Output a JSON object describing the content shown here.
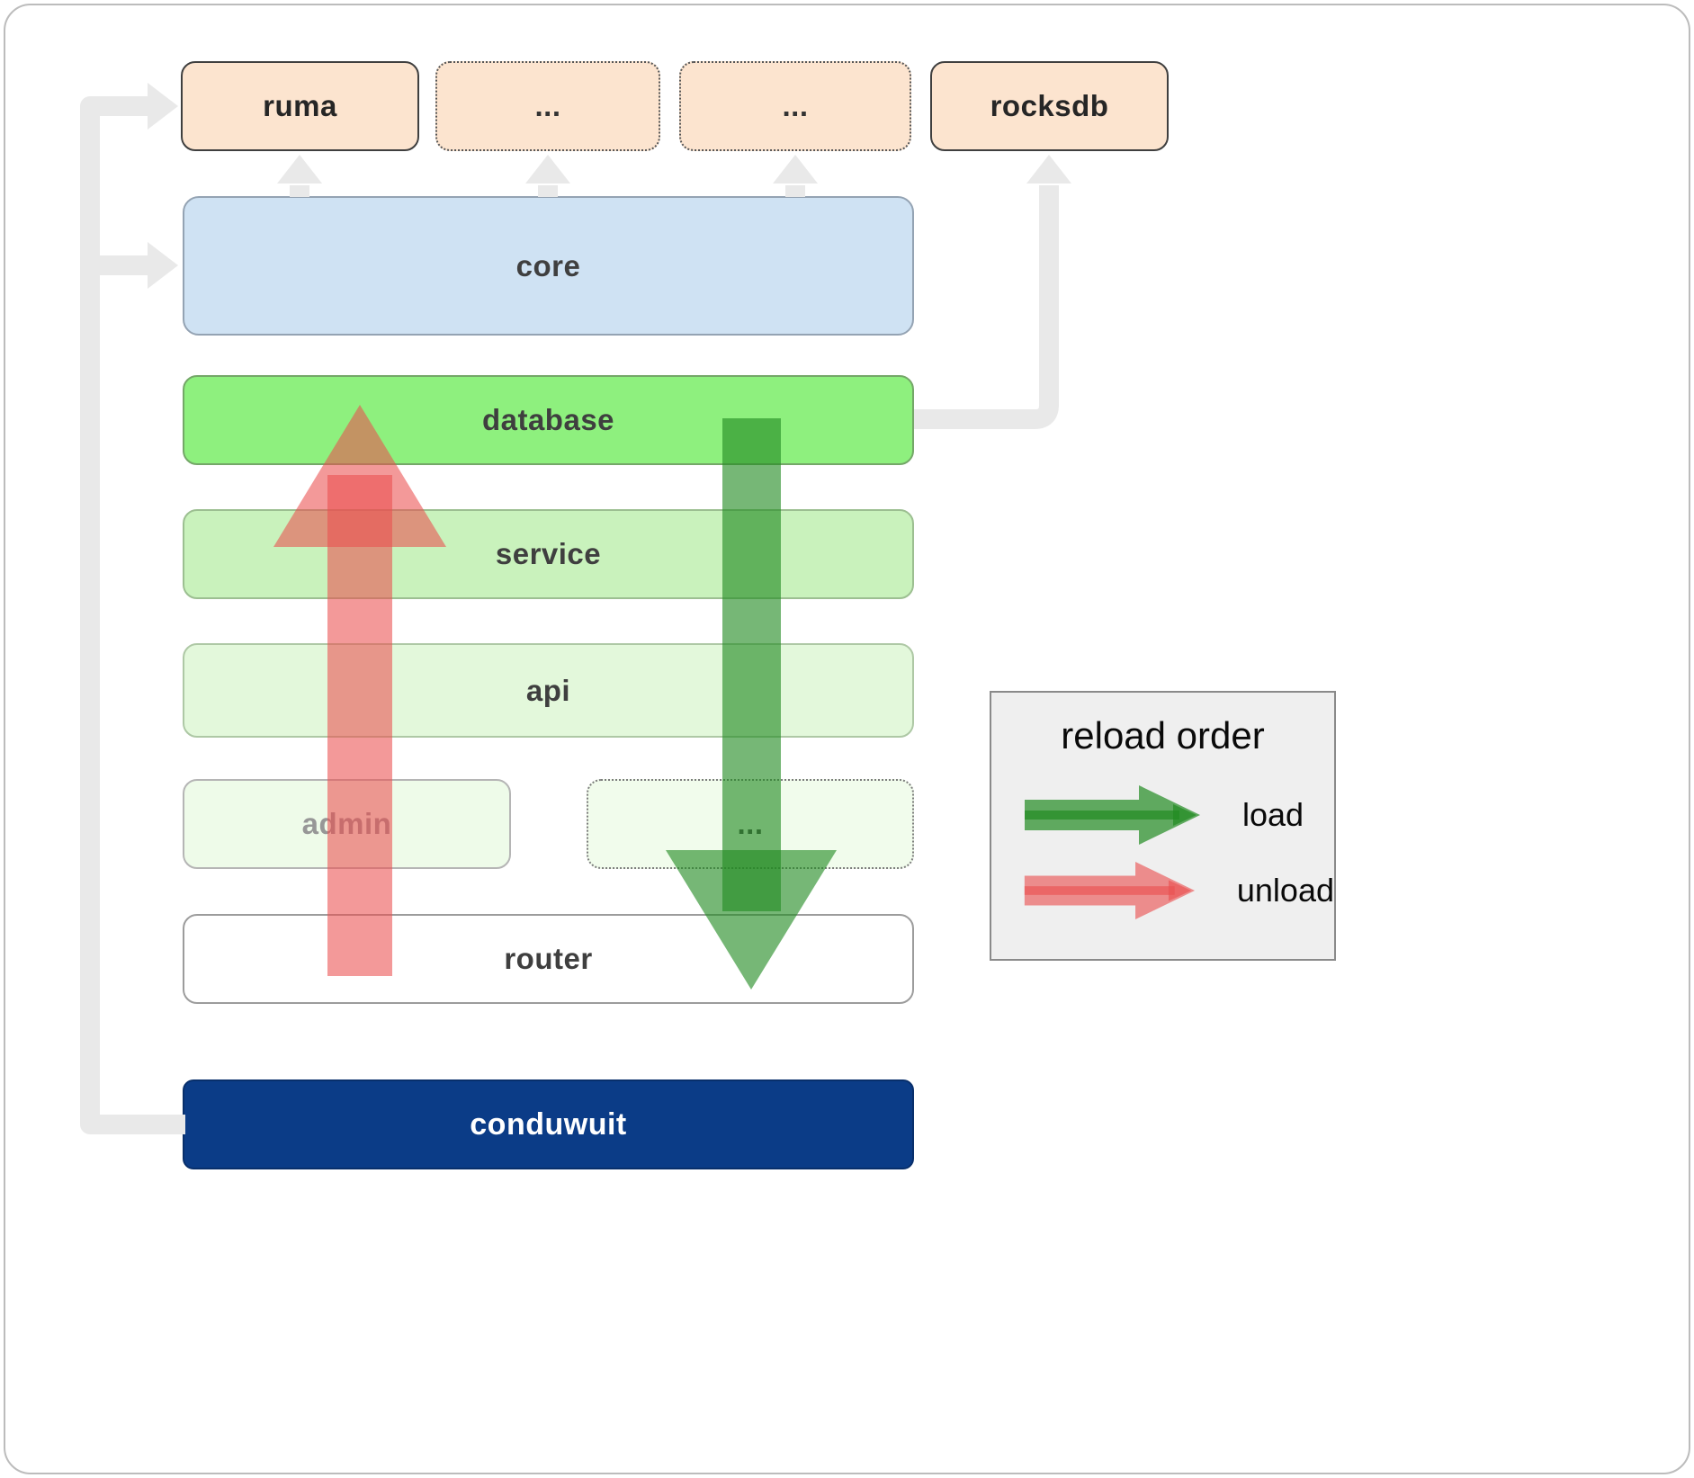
{
  "nodes": {
    "ruma": {
      "label": "ruma"
    },
    "ellipsis_top_1": {
      "label": "..."
    },
    "ellipsis_top_2": {
      "label": "..."
    },
    "rocksdb": {
      "label": "rocksdb"
    },
    "core": {
      "label": "core"
    },
    "database": {
      "label": "database"
    },
    "service": {
      "label": "service"
    },
    "api": {
      "label": "api"
    },
    "admin": {
      "label": "admin"
    },
    "ellipsis_mid": {
      "label": "..."
    },
    "router": {
      "label": "router"
    },
    "conduwuit": {
      "label": "conduwuit"
    }
  },
  "legend": {
    "title": "reload order",
    "items": [
      {
        "label": "load",
        "color": "#228b22",
        "icon": "right-arrow-icon"
      },
      {
        "label": "unload",
        "color": "#ea4f4f",
        "icon": "right-arrow-icon"
      }
    ]
  },
  "colors": {
    "external_box": "#fce4cf",
    "core_box": "#cfe2f3",
    "database_box": "#8ef07e",
    "service_box": "#c9f2bc",
    "api_box": "#e3f8db",
    "admin_box": "#eefbe9",
    "router_box": "#ffffff",
    "conduwuit_box": "#0b3c87",
    "connector_gray": "#e9e9e9",
    "load_arrow": "#228b22",
    "unload_arrow": "#ea4f4f"
  }
}
